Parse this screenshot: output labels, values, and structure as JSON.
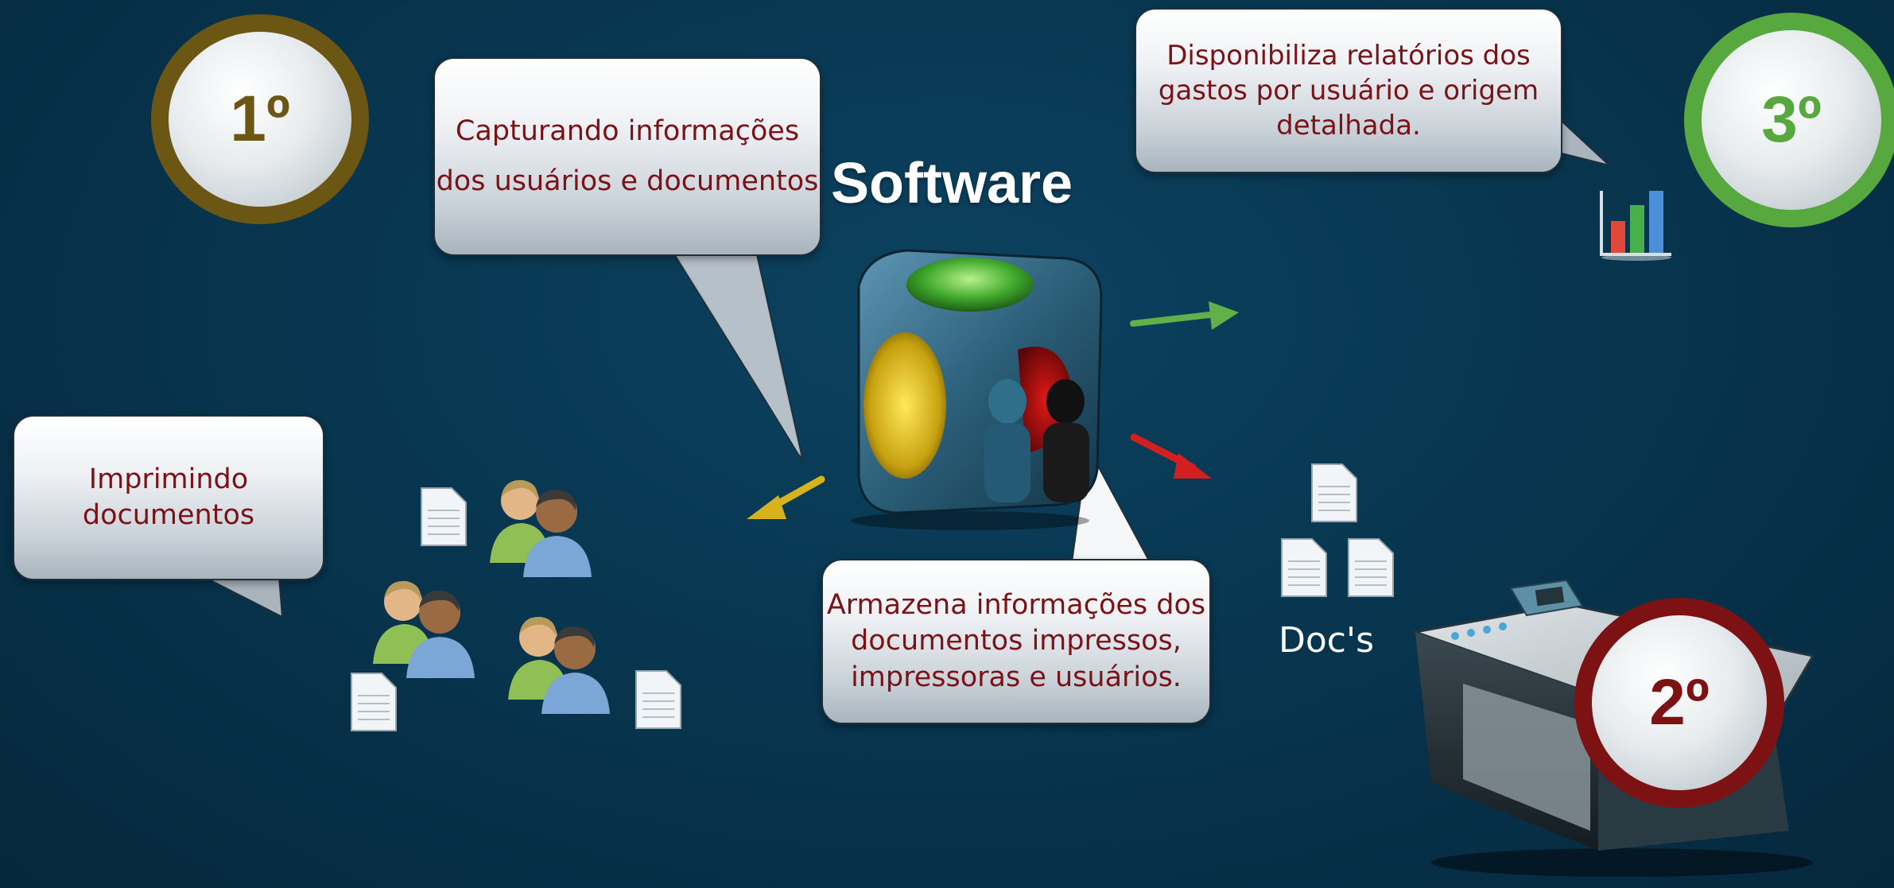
{
  "diagram": {
    "steps": {
      "first": "1º",
      "second": "2º",
      "third": "3º"
    },
    "title": "Software",
    "bubbles": {
      "capture": [
        "Capturando informações",
        "dos usuários e documentos"
      ],
      "reports": [
        "Disponibiliza relatórios dos",
        "gastos por usuário e origem",
        "detalhada."
      ],
      "printing": [
        "Imprimindo",
        "documentos"
      ],
      "storage": [
        "Armazena informações dos",
        "documentos impressos,",
        "impressoras e usuários."
      ]
    },
    "docs_label": "Doc's",
    "colors": {
      "background": "#083650",
      "step1_ring": "#6b5614",
      "step2_ring": "#7c1214",
      "step3_ring": "#58a840",
      "bubble_text": "#7a1218",
      "arrow_green": "#62b04a",
      "arrow_red": "#d21f1f",
      "arrow_yellow": "#d6b21f"
    },
    "icons": [
      "document-icon",
      "users-icon",
      "software-cube-icon",
      "printer-icon",
      "bar-chart-icon"
    ]
  }
}
